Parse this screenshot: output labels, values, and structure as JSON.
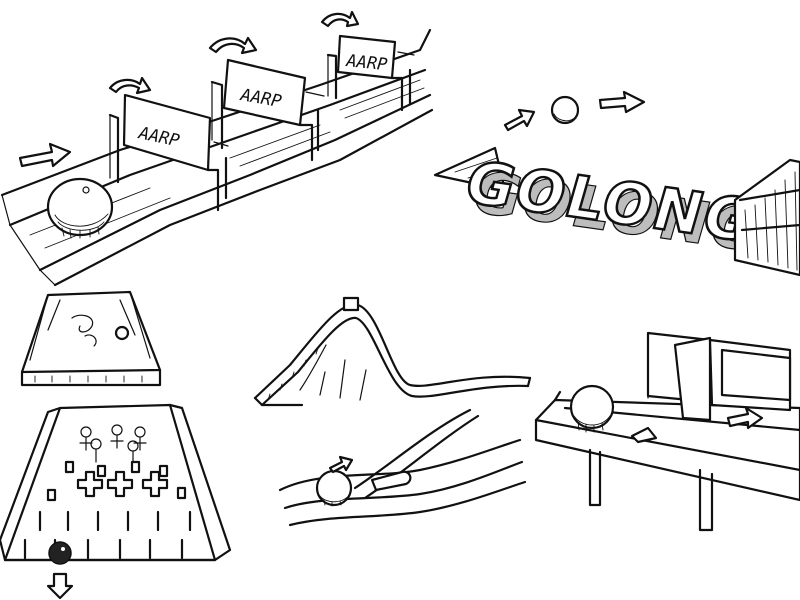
{
  "sketches": {
    "sign_lane": {
      "signs": [
        "AARP",
        "AARP",
        "AARP"
      ]
    },
    "ramp_word": {
      "word": "GOLONG"
    }
  },
  "colors": {
    "ink": "#111111",
    "paper": "#ffffff",
    "shade": "#bdbdbd"
  },
  "icons": [
    "arrow-right-icon",
    "rotate-arrows-icon",
    "arrow-down-icon",
    "ball-icon"
  ]
}
